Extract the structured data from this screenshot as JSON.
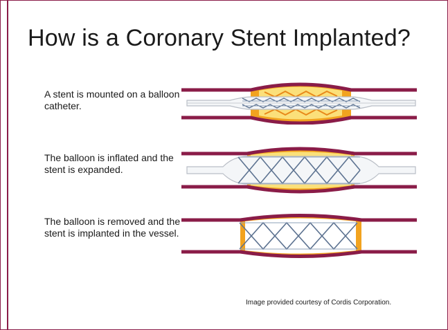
{
  "title": "How is a Coronary Stent Implanted?",
  "steps": [
    {
      "label": "A stent is mounted on a balloon catheter."
    },
    {
      "label": "The balloon is inflated and the stent is expanded."
    },
    {
      "label": "The balloon is removed and the stent is implanted in the vessel."
    }
  ],
  "credit": "Image provided courtesy of Cordis Corporation.",
  "colors": {
    "vessel_wall": "#8a1c48",
    "plaque": "#f2a31f",
    "plaque_light": "#fbe07a",
    "stent_wire": "#5d7391",
    "catheter": "#c8ccd2"
  }
}
